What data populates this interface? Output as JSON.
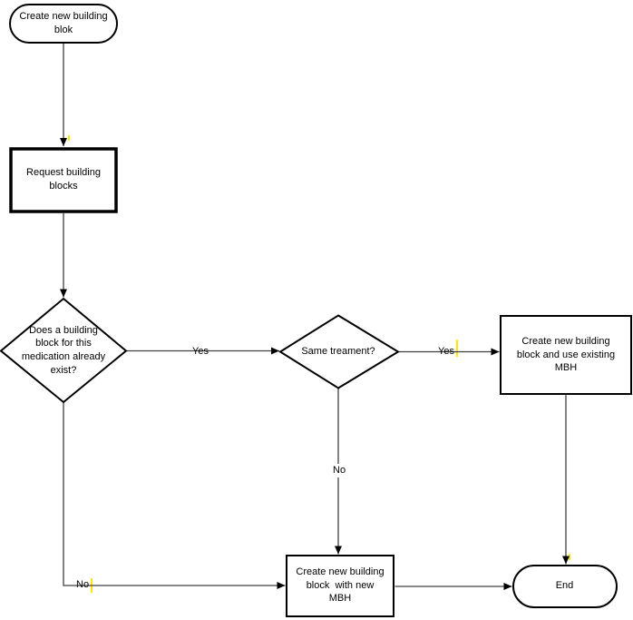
{
  "diagram": {
    "type": "flowchart",
    "nodes": [
      {
        "id": "start",
        "type": "terminator",
        "label": "Create new building\nblok"
      },
      {
        "id": "request",
        "type": "process",
        "label": "Request building\nblocks"
      },
      {
        "id": "exists",
        "type": "decision",
        "label": "Does a building\nblock for this\nmedication already\nexist?"
      },
      {
        "id": "same-treatment",
        "type": "decision",
        "label": "Same treament?"
      },
      {
        "id": "use-existing",
        "type": "process",
        "label": "Create new building\nblock and use existing\nMBH"
      },
      {
        "id": "new-mbh",
        "type": "process",
        "label": "Create new building\nblock  with new\nMBH"
      },
      {
        "id": "end",
        "type": "terminator",
        "label": "End"
      }
    ],
    "edges": [
      {
        "from": "start",
        "to": "request",
        "label": ""
      },
      {
        "from": "request",
        "to": "exists",
        "label": ""
      },
      {
        "from": "exists",
        "to": "same-treatment",
        "label": "Yes"
      },
      {
        "from": "same-treatment",
        "to": "use-existing",
        "label": "Yes"
      },
      {
        "from": "same-treatment",
        "to": "new-mbh",
        "label": "No"
      },
      {
        "from": "exists",
        "to": "new-mbh",
        "label": "No"
      },
      {
        "from": "use-existing",
        "to": "end",
        "label": ""
      },
      {
        "from": "new-mbh",
        "to": "end",
        "label": ""
      }
    ],
    "colors": {
      "background": "#ffffff",
      "shape_border": "#000000",
      "shape_fill": "#ffffff",
      "connector": "#404040",
      "text": "#000000",
      "text_cursor": "#ffe600"
    },
    "icons": [
      "arrowhead-icon",
      "text-cursor"
    ]
  }
}
